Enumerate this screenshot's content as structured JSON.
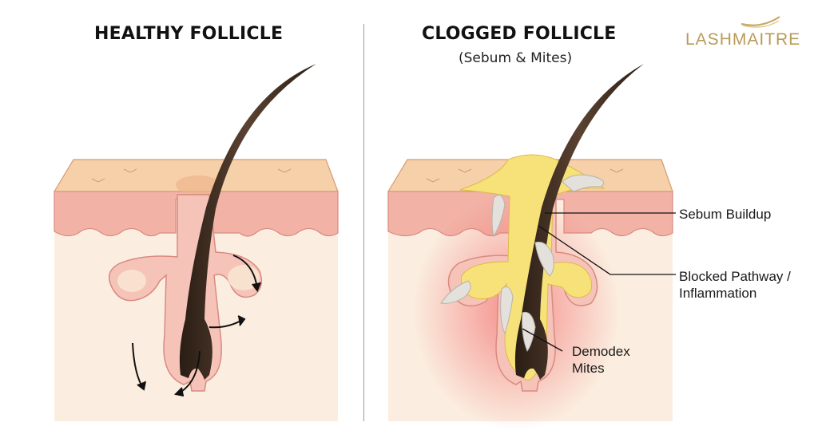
{
  "logo": {
    "text": "LASHMAITRE",
    "color": "#b99a5a"
  },
  "healthy": {
    "title": "HEALTHY FOLLICLE"
  },
  "clogged": {
    "title": "CLOGGED FOLLICLE",
    "subtitle": "(Sebum & Mites)",
    "labels": {
      "sebum": "Sebum Buildup",
      "blocked_line1": "Blocked Pathway /",
      "blocked_line2": "Inflammation",
      "demodex_line1": "Demodex",
      "demodex_line2": "Mites"
    }
  },
  "colors": {
    "epidermis": "#f5d0a9",
    "dermis": "#f2b3a6",
    "subcutis": "#fbeee0",
    "follicle_wall": "#f6c3b9",
    "hair": "#3b2a1f",
    "sebum": "#f7e27a",
    "inflammation": "#f26d6d",
    "mite": "#e4e1dc"
  }
}
